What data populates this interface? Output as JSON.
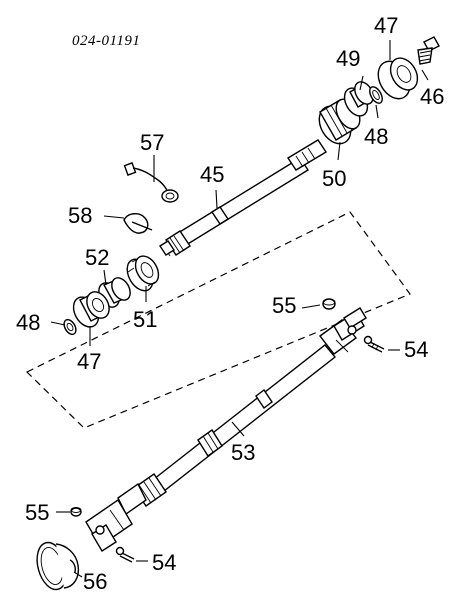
{
  "drawing_code": "024-01191",
  "callouts": {
    "c47_top": "47",
    "c46": "46",
    "c49": "49",
    "c48_top": "48",
    "c50": "50",
    "c57": "57",
    "c45": "45",
    "c58": "58",
    "c52": "52",
    "c51": "51",
    "c48_left": "48",
    "c47_left": "47",
    "c55_top": "55",
    "c54_top": "54",
    "c53": "53",
    "c55_bottom": "55",
    "c54_bottom": "54",
    "c56": "56"
  }
}
